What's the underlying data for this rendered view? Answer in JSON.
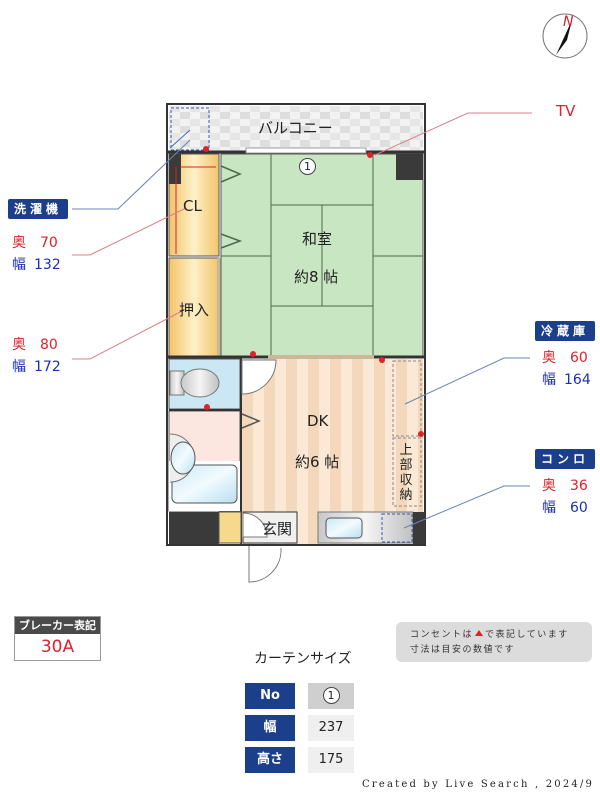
{
  "compass": {
    "label": "N",
    "icon": "compass-north-icon"
  },
  "floorplan": {
    "rooms": {
      "balcony": "バルコニー",
      "closet": "CL",
      "oshiire": "押入",
      "washitsu": {
        "name": "和室",
        "size": "約8 帖"
      },
      "dk": {
        "name": "DK",
        "size": "約6 帖"
      },
      "genkan": "玄関",
      "upper_storage": "上部収納"
    },
    "curtain_marker": "1"
  },
  "annotations": {
    "tv": {
      "label": "TV"
    },
    "washer": {
      "label": "洗濯機",
      "depth_key": "奥",
      "depth": "70",
      "width_key": "幅",
      "width": "132"
    },
    "oshiire": {
      "depth_key": "奥",
      "depth": "80",
      "width_key": "幅",
      "width": "172"
    },
    "fridge": {
      "label": "冷蔵庫",
      "depth_key": "奥",
      "depth": "60",
      "width_key": "幅",
      "width": "164"
    },
    "stove": {
      "label": "コンロ",
      "depth_key": "奥",
      "depth": "36",
      "width_key": "幅",
      "width": "60"
    }
  },
  "breaker": {
    "header": "ブレーカー表記",
    "value": "30A"
  },
  "note": {
    "line1_a": "コンセントは",
    "line1_b": "で表記しています",
    "line2": "寸法は目安の数値です"
  },
  "curtain": {
    "title": "カーテンサイズ",
    "rows": [
      {
        "header": "No",
        "value": "1"
      },
      {
        "header": "幅",
        "value": "237"
      },
      {
        "header": "高さ",
        "value": "175"
      }
    ]
  },
  "credit": "Created by Live Search , 2024/9",
  "colors": {
    "label_blue": "#1b3f8b",
    "depth_red": "#e0202a",
    "width_blue": "#1c2fb4",
    "tatami_green": "#c9e6c3",
    "closet_yellow": "#f7d98c",
    "dk_floor": "#f6dcc0",
    "wall": "#3a3a3a"
  }
}
